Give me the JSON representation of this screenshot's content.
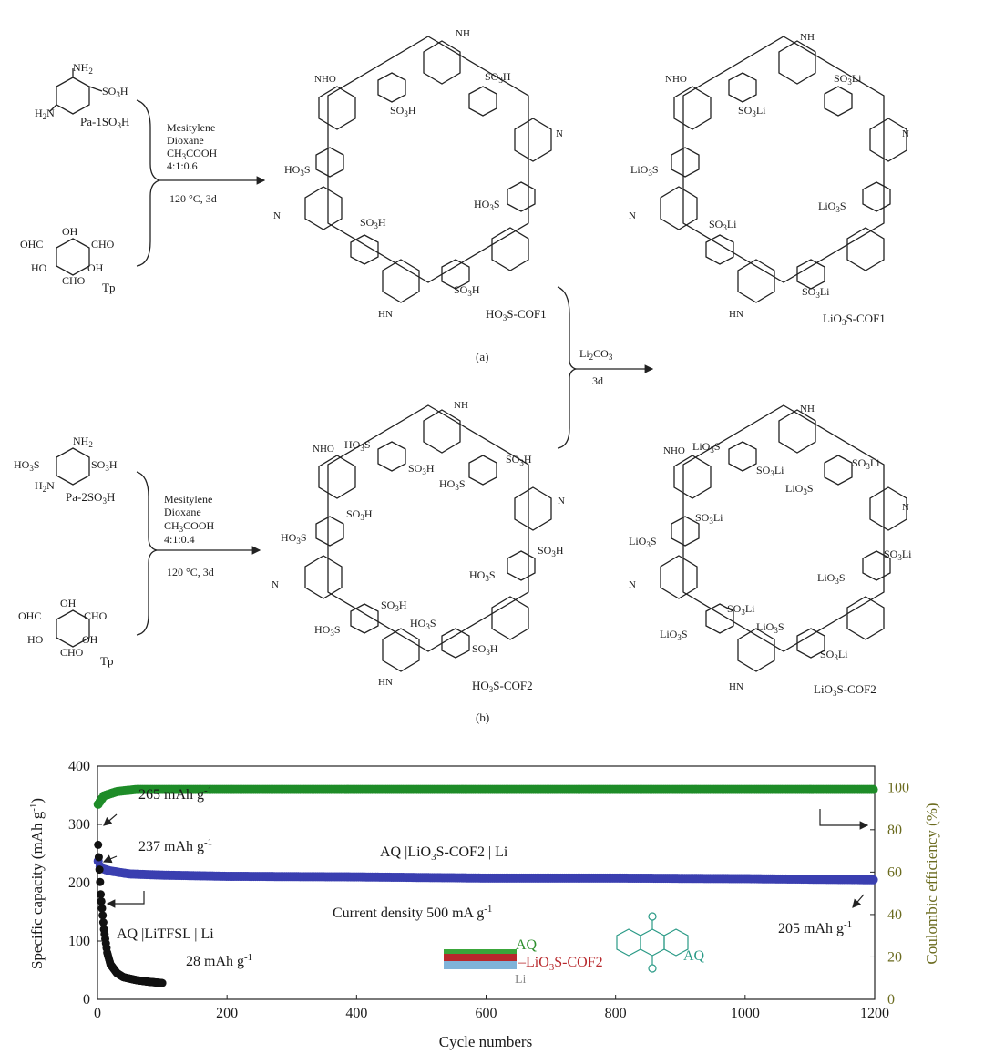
{
  "scheme": {
    "panel_a": {
      "label": "(a)",
      "monomer1": {
        "name": "Pa-1SO",
        "name_sub": "3",
        "name_tail": "H",
        "groups": [
          "NH",
          "SO",
          "H",
          "N"
        ]
      },
      "monomer2": {
        "name": "Tp",
        "groups": [
          "OHC",
          "OH",
          "CHO",
          "HO",
          "OH",
          "CHO"
        ]
      },
      "conditions": [
        "Mesitylene",
        "Dioxane",
        "CH",
        "COOH",
        "4:1:0.6",
        "120 °C, 3d"
      ],
      "product": "HO",
      "product_tail": "S-COF1",
      "lithiated": "LiO",
      "lithiated_tail": "S-COF1"
    },
    "panel_b": {
      "label": "(b)",
      "monomer1": {
        "name": "Pa-2SO",
        "name_sub": "3",
        "name_tail": "H"
      },
      "monomer2": {
        "name": "Tp"
      },
      "conditions": [
        "Mesitylene",
        "Dioxane",
        "CH",
        "COOH",
        "4:1:0.4",
        "120 °C, 3d"
      ],
      "product": "HO",
      "product_tail": "S-COF2",
      "lithiated": "LiO",
      "lithiated_tail": "S-COF2"
    },
    "lithiation": {
      "reagent": "Li",
      "reagent_mid": "2",
      "reagent_tail": "CO",
      "reagent_sub2": "3",
      "time": "3d"
    }
  },
  "chart_data": {
    "type": "scatter",
    "xlabel": "Cycle numbers",
    "ylabel_left": "Specific capacity (mAh g",
    "ylabel_left_sup": "-1",
    "ylabel_left_tail": ")",
    "ylabel_right": "Coulombic efficiency (%)",
    "xlim": [
      0,
      1200
    ],
    "ylim_left": [
      0,
      400
    ],
    "ylim_right": [
      0,
      110
    ],
    "x_ticks": [
      0,
      200,
      400,
      600,
      800,
      1000,
      1200
    ],
    "y_left_ticks": [
      0,
      100,
      200,
      300,
      400
    ],
    "y_right_ticks": [
      0,
      20,
      40,
      60,
      80,
      100
    ],
    "series": [
      {
        "name": "AQ |LiO3S-COF2 | Li capacity",
        "color": "#3a3fb0",
        "x": [
          1,
          5,
          20,
          50,
          100,
          200,
          400,
          600,
          800,
          1000,
          1200
        ],
        "y": [
          237,
          225,
          220,
          215,
          213,
          211,
          210,
          208,
          208,
          207,
          205
        ]
      },
      {
        "name": "AQ |LiTFSL | Li capacity",
        "color": "#111111",
        "x": [
          1,
          5,
          10,
          15,
          20,
          30,
          40,
          60,
          80,
          100
        ],
        "y": [
          265,
          180,
          120,
          80,
          60,
          45,
          38,
          33,
          30,
          28
        ]
      },
      {
        "name": "Coulombic efficiency",
        "color": "#1e8c28",
        "x": [
          1,
          10,
          30,
          60,
          100,
          300,
          600,
          900,
          1200
        ],
        "y": [
          92,
          96,
          98,
          99,
          99,
          99,
          99,
          99,
          99
        ]
      }
    ],
    "annotations": {
      "a265": "265 mAh g",
      "a237": "237 mAh g",
      "a205": "205 mAh g",
      "a28": "28 mAh g",
      "sup": "-1",
      "cof_cell": "AQ |LiO",
      "cof_cell_sub": "3",
      "cof_cell_tail": "S-COF2 | Li",
      "ref_cell": "AQ |LiTFSL | Li",
      "current": "Current density 500 mA g",
      "inset_aq": "AQ",
      "inset_cof": "–LiO",
      "inset_cof_sub": "3",
      "inset_cof_tail": "S-COF2",
      "inset_li": "Li",
      "inset_mol": "AQ"
    }
  }
}
